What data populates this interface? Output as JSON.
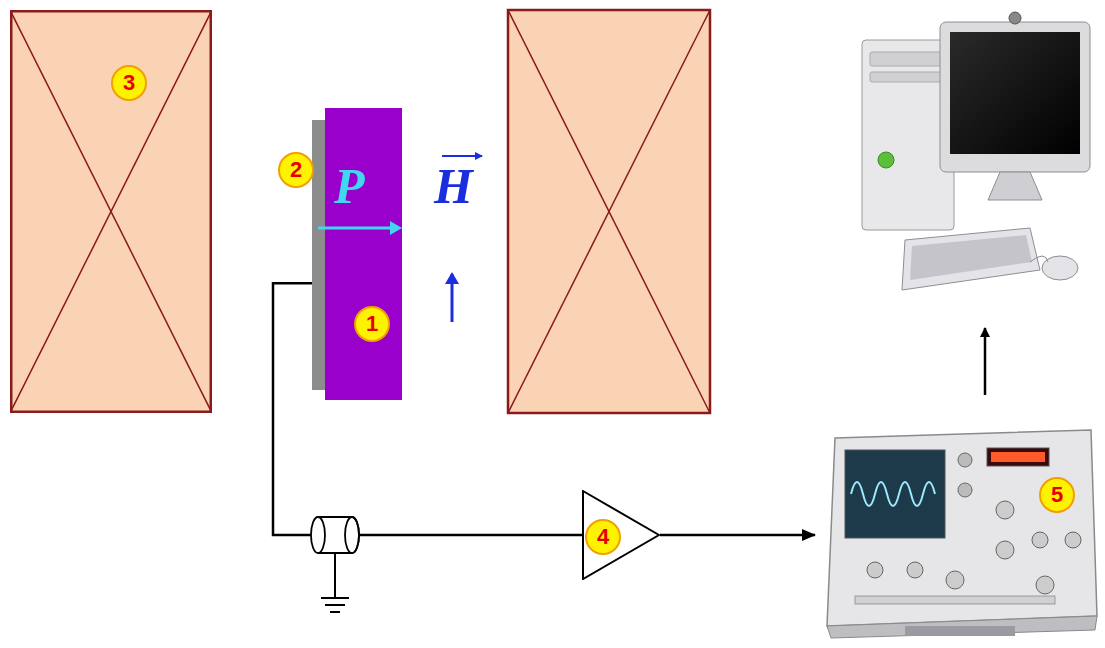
{
  "diagram": {
    "nodes": [
      {
        "text": [
          "3"
        ]
      },
      {
        "text": [
          "1"
        ]
      },
      {
        "text": [
          "4"
        ]
      },
      {
        "text": [
          "5"
        ]
      }
    ],
    "edges": [
      {
        "from": 1,
        "to": 2,
        "arrow": "none"
      },
      {
        "from": 2,
        "to": 3,
        "arrow": "to"
      }
    ],
    "labels": [
      "2",
      "P",
      "H"
    ]
  }
}
